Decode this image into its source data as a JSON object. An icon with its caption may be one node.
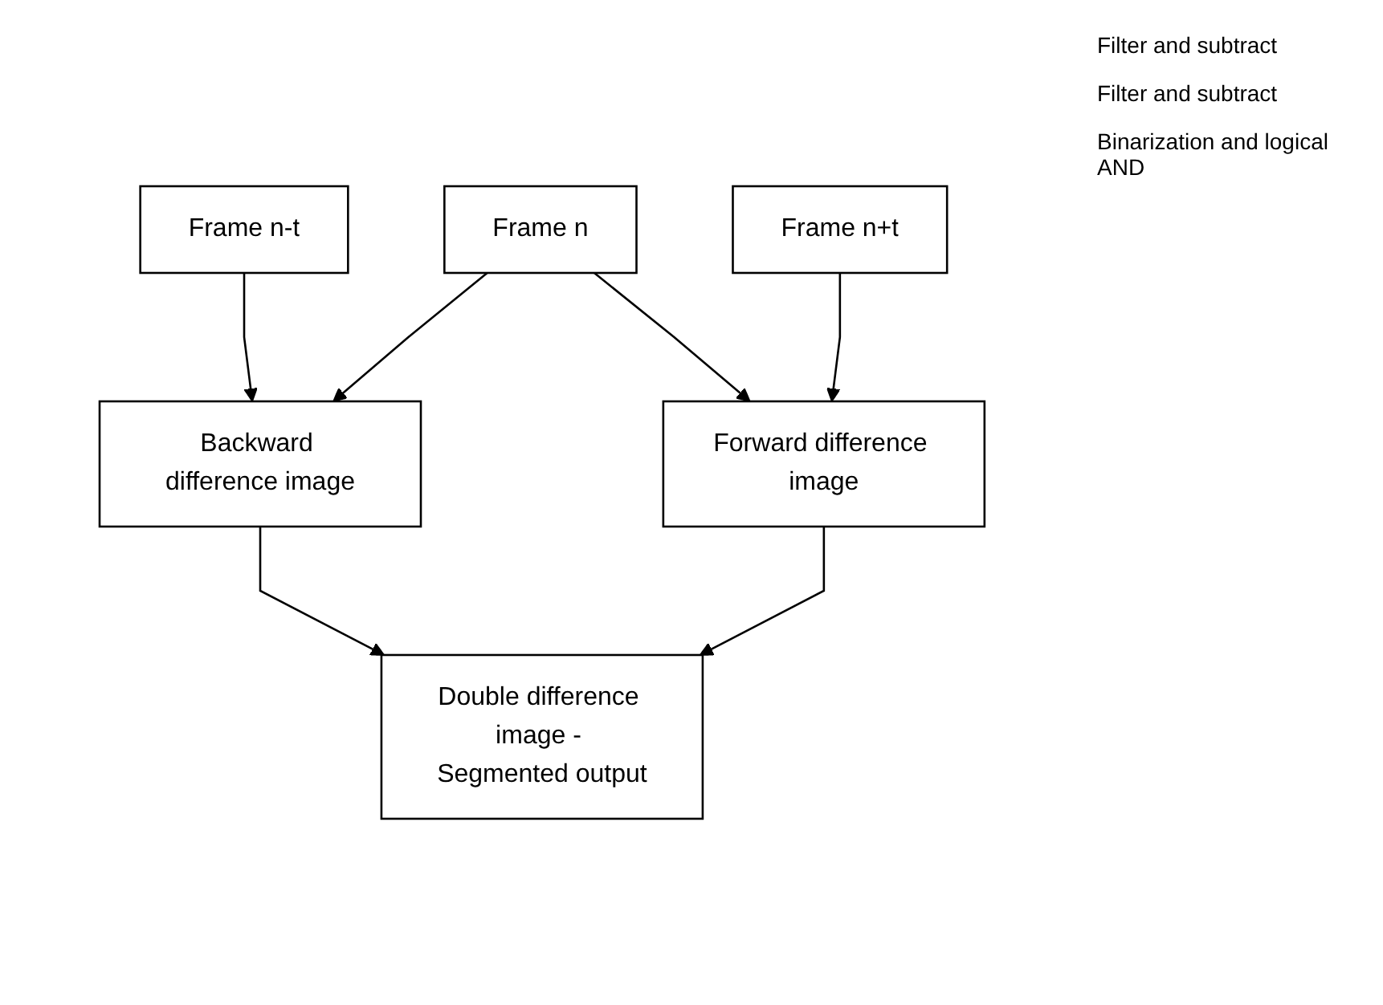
{
  "diagram": {
    "nodes": [
      {
        "text": [
          "Frame n-t"
        ]
      },
      {
        "text": [
          "Frame n"
        ]
      },
      {
        "text": [
          "Frame n+t"
        ]
      },
      {
        "text": [
          "Backward difference image"
        ]
      },
      {
        "text": [
          "Forward difference image"
        ]
      },
      {
        "text": [
          "Double difference image - Segmented output"
        ]
      }
    ],
    "edges": [
      {
        "from": 0,
        "to": 3,
        "arrow": "to"
      },
      {
        "from": 1,
        "to": 3,
        "arrow": "to"
      },
      {
        "from": 1,
        "to": 4,
        "arrow": "to"
      },
      {
        "from": 2,
        "to": 4,
        "arrow": "to"
      },
      {
        "from": 3,
        "to": 5,
        "arrow": "to"
      },
      {
        "from": 4,
        "to": 5,
        "arrow": "to"
      }
    ],
    "labels": [
      "Filter and subtract",
      "Filter and subtract",
      "Binarization and logical AND"
    ]
  }
}
